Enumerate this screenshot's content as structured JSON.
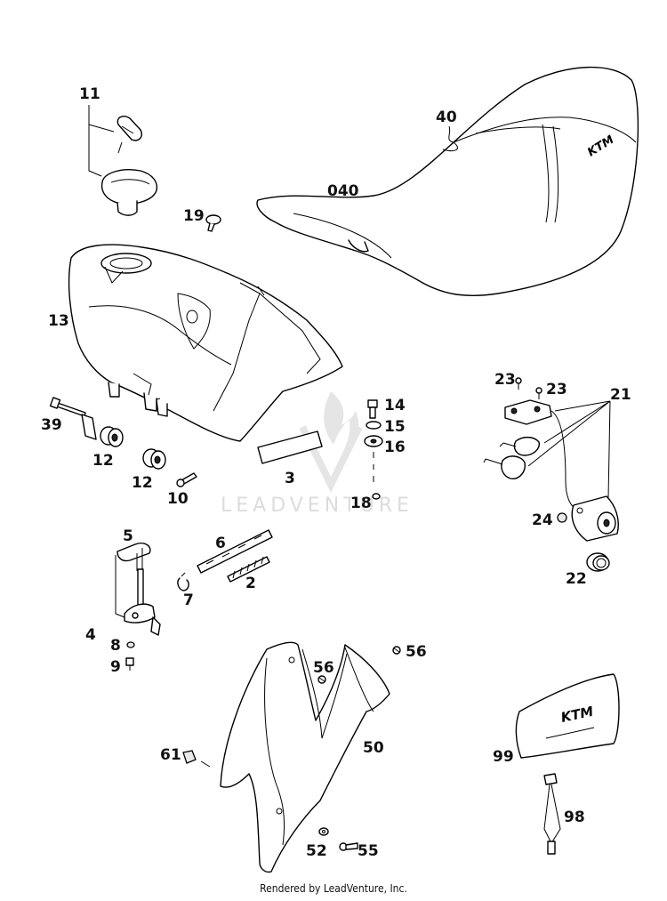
{
  "watermark": "LEADVENTURE",
  "footer": "Rendered by LeadVenture, Inc.",
  "brand_mark": "KTM",
  "parts": {
    "p11": "11",
    "p40": "40",
    "p040": "040",
    "p19": "19",
    "p13": "13",
    "p39": "39",
    "p12a": "12",
    "p12b": "12",
    "p10": "10",
    "p3": "3",
    "p14": "14",
    "p15": "15",
    "p16": "16",
    "p18": "18",
    "p23a": "23",
    "p23b": "23",
    "p21": "21",
    "p24": "24",
    "p22": "22",
    "p5": "5",
    "p6": "6",
    "p2": "2",
    "p7": "7",
    "p4": "4",
    "p8": "8",
    "p9": "9",
    "p56a": "56",
    "p56b": "56",
    "p50": "50",
    "p61": "61",
    "p52": "52",
    "p55": "55",
    "p99": "99",
    "p98": "98"
  }
}
